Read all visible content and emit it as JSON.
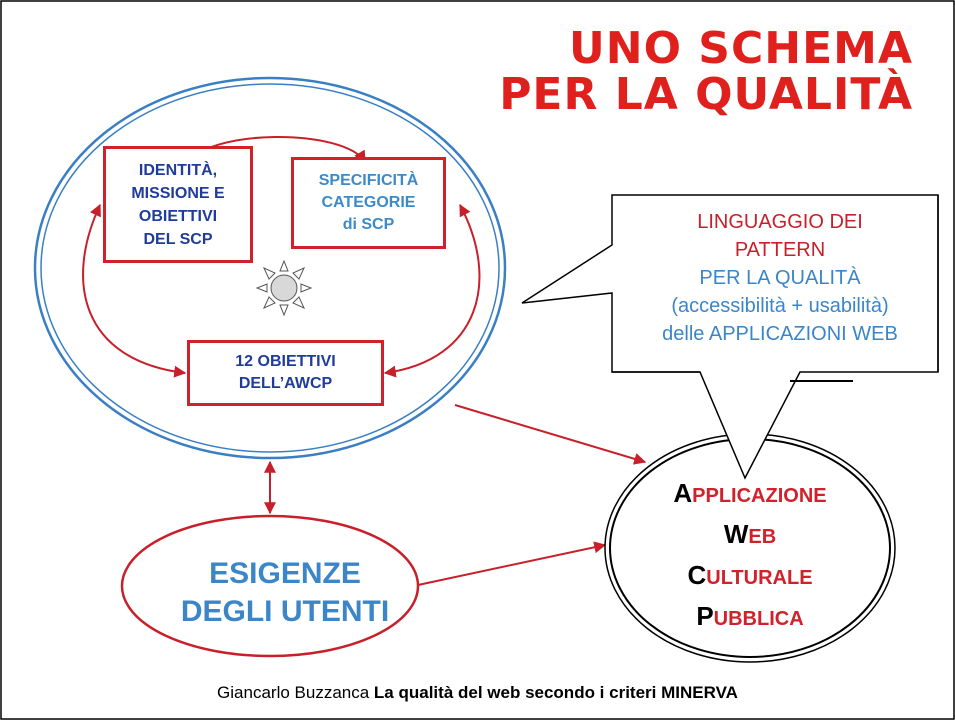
{
  "title": {
    "line1": "UNO SCHEMA",
    "line2": "PER LA QUALITÀ"
  },
  "boxes": {
    "identity": {
      "lines": [
        "IDENTITÀ,",
        "MISSIONE E",
        "OBIETTIVI",
        "DEL SCP"
      ]
    },
    "specificity": {
      "lines": [
        "SPECIFICITÀ",
        "CATEGORIE",
        "di SCP"
      ]
    },
    "objectives": {
      "lines": [
        "12 OBIETTIVI",
        "DELL’AWCP"
      ]
    }
  },
  "callout": {
    "line1": "LINGUAGGIO DEI",
    "line2": "PATTERN",
    "line3": "PER LA QUALITÀ",
    "line4": "(accessibilità + usabilità)",
    "line5": "delle APPLICAZIONI WEB"
  },
  "awcp": {
    "w1_cap": "A",
    "w1_rest": "PPLICAZIONE",
    "w2_cap": "W",
    "w2_rest": "EB",
    "w3_cap": "C",
    "w3_rest": "ULTURALE",
    "w4_cap": "P",
    "w4_rest": "UBBLICA"
  },
  "esigenze": {
    "line1": "ESIGENZE",
    "line2": "DEGLI UTENTI"
  },
  "footer": {
    "author": "Giancarlo Buzzanca",
    "title": "La qualità del web secondo i criteri MINERVA"
  },
  "colors": {
    "accent_red": "#d1222b",
    "title_red": "#e0201c",
    "navy": "#1f3c9c",
    "light_blue": "#3b86c8",
    "ellipse_blue": "#3a7fc4"
  },
  "icons": {
    "center": "sun-icon"
  }
}
